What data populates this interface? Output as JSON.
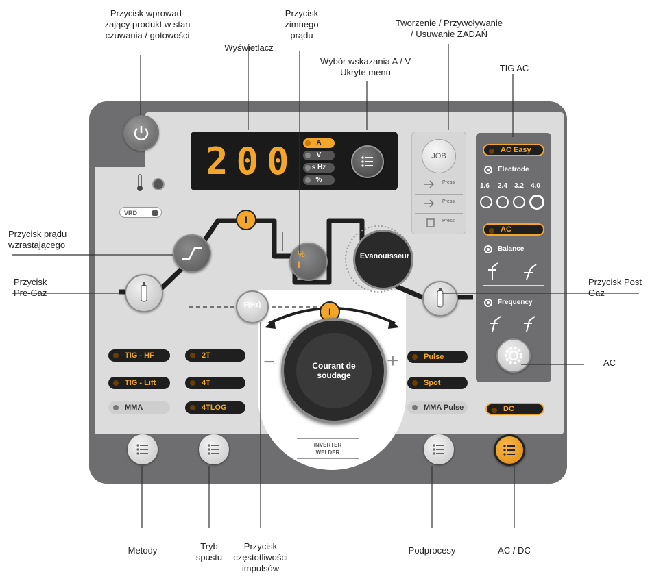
{
  "display": {
    "value": "200",
    "units": [
      "A",
      "V",
      "s Hz",
      "%"
    ],
    "active_unit": "A"
  },
  "labels": {
    "power": "Przycisk wprowad-\nzający produkt w stan\nczuwania / gotowości",
    "display": "Wyświetlacz",
    "cold_current": "Przycisk\nzimnego\nprądu",
    "av_select": "Wybór wskazania A / V\nUkryte menu",
    "jobs": "Tworzenie / Przywoływanie\n/ Usuwanie ZADAŃ",
    "tig_ac": "TIG AC",
    "upslope": "Przycisk prądu\nwzrastającego",
    "pregas": "Przycisk\nPre-Gaz",
    "postgas": "Przycisk Post\nGaz",
    "ac": "AC",
    "methods": "Metody",
    "trigger": "Tryb\nspustu",
    "pulse_freq": "Przycisk\nczęstotliwości\nimpulsów",
    "subprocess": "Podprocesy",
    "acdc": "AC / DC"
  },
  "panel": {
    "vrd": "VRD",
    "job": "JOB",
    "press": [
      "Press",
      "Press",
      "Press"
    ],
    "knob_small": "Evanouisseur",
    "knob_big": "Courant de soudage",
    "inverter": "INVERTER\nWELDER",
    "f_button": "F(Hz)",
    "cold_button": "%",
    "i_badge": "I",
    "minus": "−",
    "plus": "+",
    "methods": [
      "TIG - HF",
      "TIG - Lift",
      "MMA"
    ],
    "trigger_modes": [
      "2T",
      "4T",
      "4TLOG"
    ],
    "subprocesses": [
      "Pulse",
      "Spot",
      "MMA Pulse"
    ],
    "ac_easy": "AC Easy",
    "electrode": "Electrode",
    "electrode_sizes": [
      "1.6",
      "2.4",
      "3.2",
      "4.0"
    ],
    "ac_mode": "AC",
    "balance": "Balance",
    "frequency": "Frequency",
    "dc": "DC"
  },
  "colors": {
    "accent": "#f2a72a",
    "panel": "#6e6e70",
    "face": "#dcdcdc",
    "display": "#1a1a1a"
  }
}
